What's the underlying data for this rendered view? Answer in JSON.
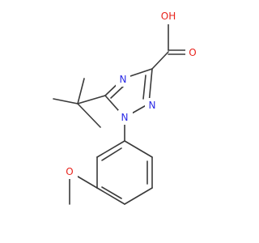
{
  "molecule": {
    "atoms": {
      "hydroxyl": {
        "label": "OH",
        "color": "#e8231c"
      },
      "carbonyl_oxygen": {
        "label": "O",
        "color": "#e8231c"
      },
      "n4": {
        "label": "N",
        "color": "#2b2be6"
      },
      "n2": {
        "label": "N",
        "color": "#2b2be6"
      },
      "n1": {
        "label": "N",
        "color": "#2b2be6"
      },
      "methoxy_oxygen": {
        "label": "O",
        "color": "#e8231c"
      }
    },
    "bond_color": "#3a3a3a"
  }
}
